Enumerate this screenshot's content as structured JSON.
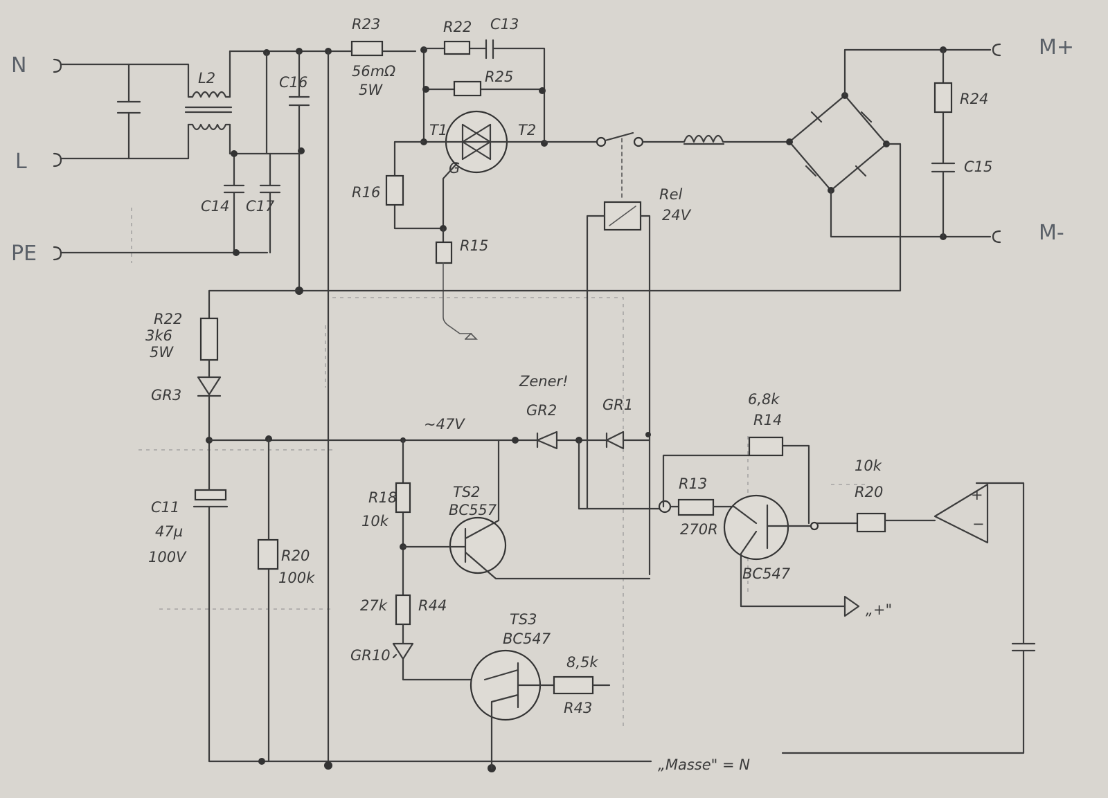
{
  "terminals": {
    "n": "N",
    "l": "L",
    "pe": "PE",
    "m_plus": "M+",
    "m_minus": "M-"
  },
  "labels": {
    "l2": "L2",
    "c16": "C16",
    "c14": "C14",
    "c17": "C17",
    "r23": "R23",
    "r23_val": "56mΩ",
    "r23_power": "5W",
    "r22_top": "R22",
    "c13": "C13",
    "r25": "R25",
    "t1": "T1",
    "t2": "T2",
    "g": "G",
    "r16": "R16",
    "r15": "R15",
    "rel": "Rel",
    "rel_v": "24V",
    "r24": "R24",
    "c15": "C15",
    "r22_left": "R22",
    "r22_left_val": "3k6",
    "r22_left_power": "5W",
    "gr3": "GR3",
    "voltage": "~47V",
    "zener_note": "Zener!",
    "gr2": "GR2",
    "gr1": "GR1",
    "r14_val": "6,8k",
    "r14": "R14",
    "c11": "C11",
    "c11_val": "47µ",
    "c11_v": "100V",
    "r20_left": "R20",
    "r20_left_val": "100k",
    "r18": "R18",
    "r18_val": "10k",
    "ts2": "TS2",
    "ts2_type": "BC557",
    "r13": "R13",
    "r13_val": "270R",
    "ts_right_type": "BC547",
    "r20_right_val": "10k",
    "r20_right": "R20",
    "opamp_plus": "+",
    "opamp_minus": "−",
    "plus_rail": "„+\"",
    "r44_val": "27k",
    "r44": "R44",
    "gr10": "GR10",
    "ts3": "TS3",
    "ts3_type": "BC547",
    "r43_val": "8,5k",
    "r43": "R43",
    "masse": "„Masse\" = N"
  }
}
